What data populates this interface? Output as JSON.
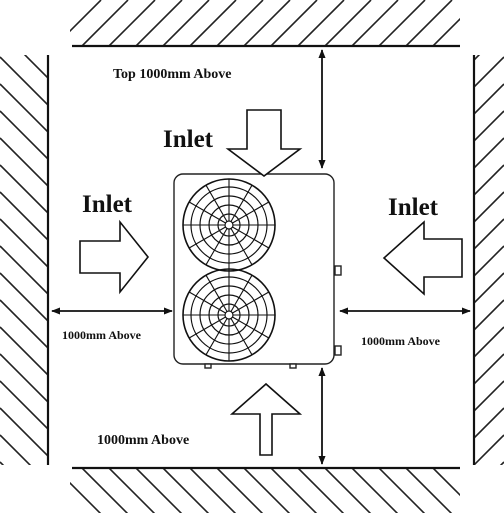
{
  "labels": {
    "top_clearance": "Top 1000mm Above",
    "inlet_top": "Inlet",
    "inlet_left": "Inlet",
    "inlet_right": "Inlet",
    "left_clearance": "1000mm Above",
    "right_clearance": "1000mm Above",
    "bottom_clearance": "1000mm Above"
  },
  "colors": {
    "line": "#111111",
    "background": "#ffffff"
  },
  "icons": {
    "fan_top": "fan-icon",
    "fan_bottom": "fan-icon"
  }
}
